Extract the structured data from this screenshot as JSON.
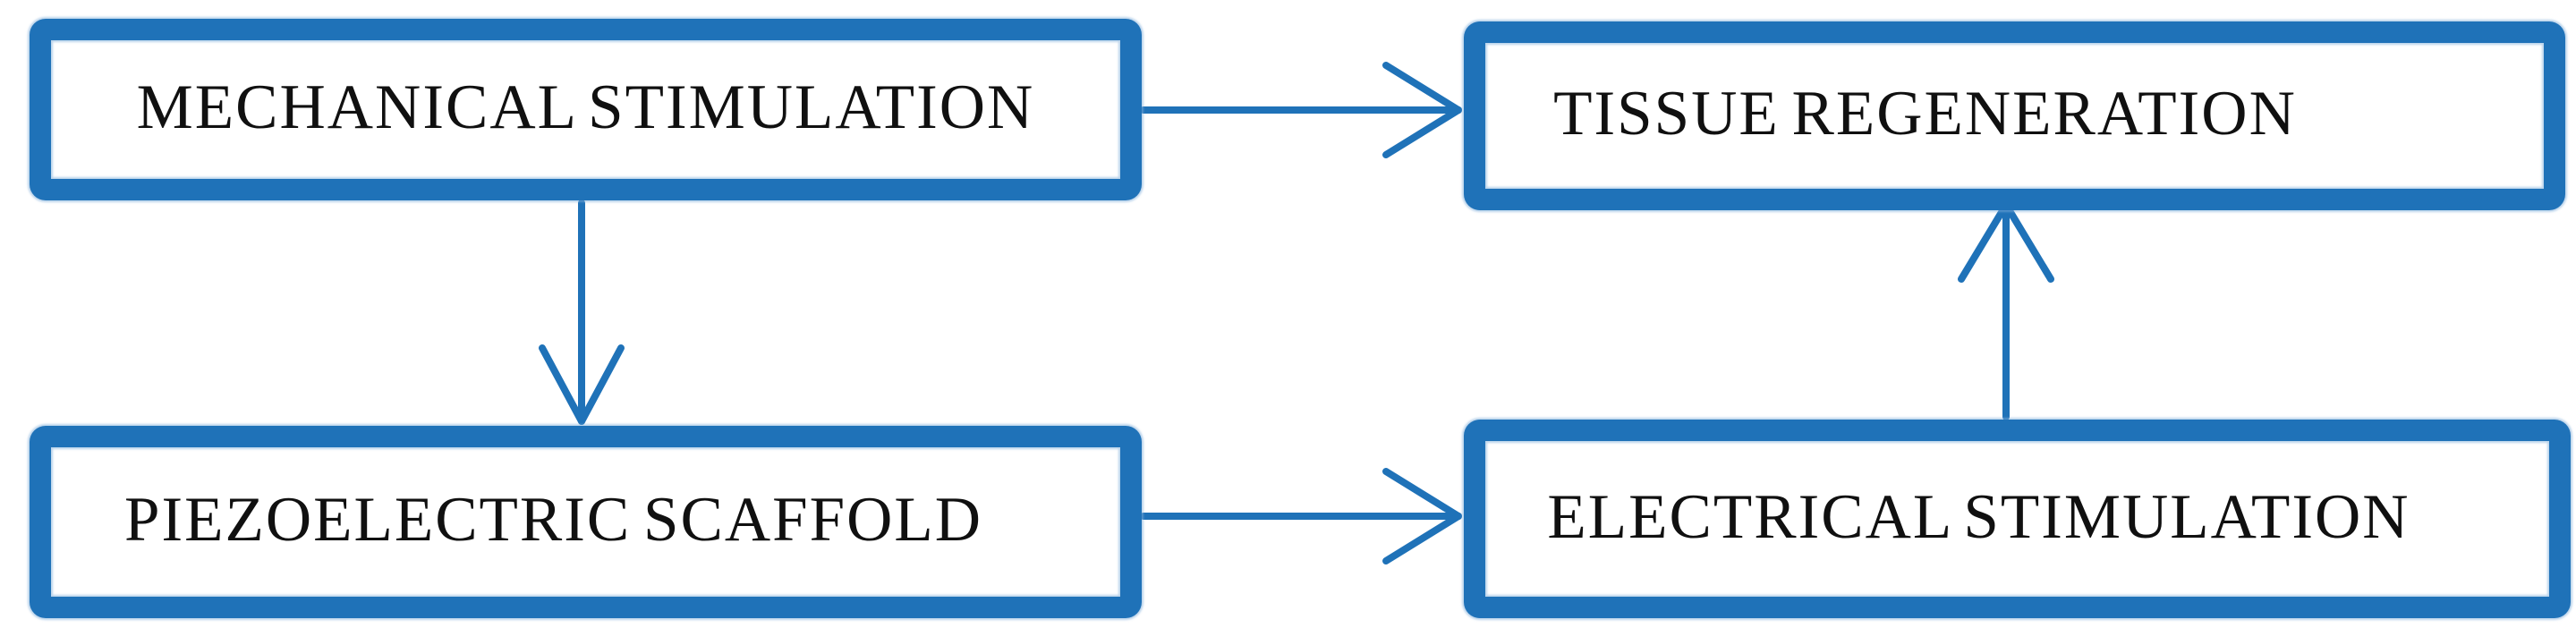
{
  "diagram": {
    "type": "flowchart",
    "background_color": "#ffffff",
    "accent_color": "#1f72b8",
    "text_color": "#101010",
    "arrowhead_style": "open-v",
    "nodes": [
      {
        "id": "mechanical-stimulation",
        "label": "MECHANICAL STIMULATION",
        "position": "top-left"
      },
      {
        "id": "tissue-regeneration",
        "label": "TISSUE REGENERATION",
        "position": "top-right"
      },
      {
        "id": "piezoelectric-scaffold",
        "label": "PIEZOELECTRIC SCAFFOLD",
        "position": "bottom-left"
      },
      {
        "id": "electrical-stimulation",
        "label": "ELECTRICAL STIMULATION",
        "position": "bottom-right"
      }
    ],
    "edges": [
      {
        "from": "mechanical-stimulation",
        "to": "tissue-regeneration",
        "direction": "right"
      },
      {
        "from": "mechanical-stimulation",
        "to": "piezoelectric-scaffold",
        "direction": "down"
      },
      {
        "from": "piezoelectric-scaffold",
        "to": "electrical-stimulation",
        "direction": "right"
      },
      {
        "from": "electrical-stimulation",
        "to": "tissue-regeneration",
        "direction": "up"
      }
    ]
  }
}
